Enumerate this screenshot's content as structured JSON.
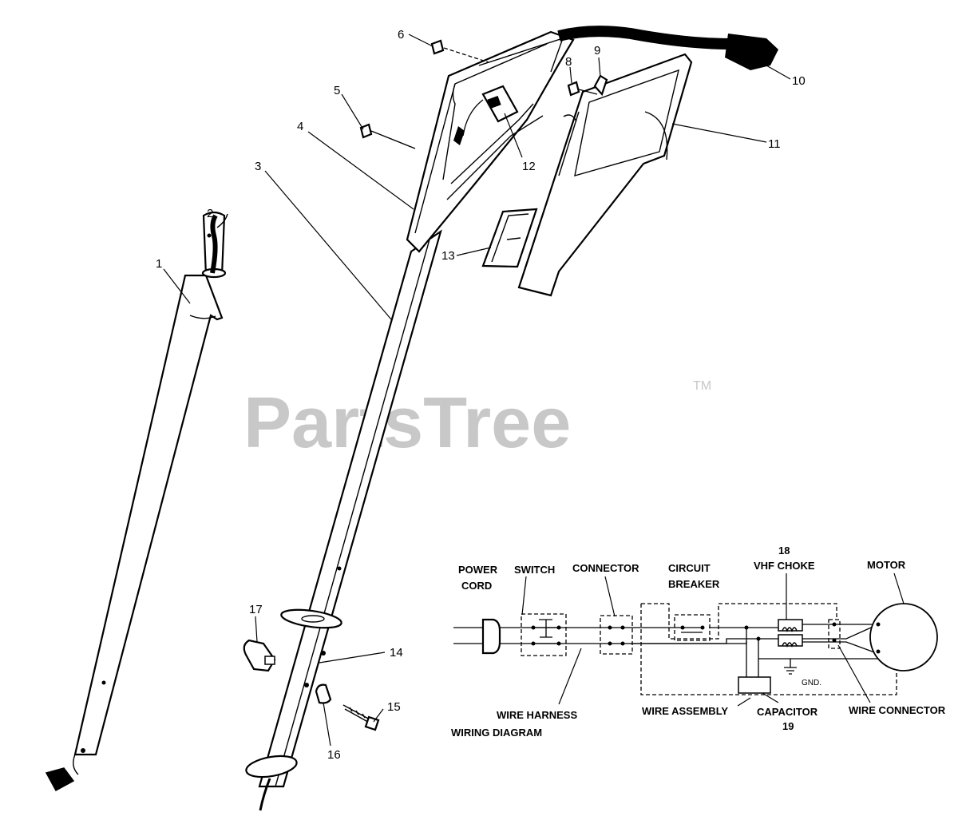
{
  "watermark": {
    "text": "PartsTree",
    "trademark": "TM"
  },
  "callouts": [
    {
      "id": "c1",
      "text": "1"
    },
    {
      "id": "c2",
      "text": "2"
    },
    {
      "id": "c3",
      "text": "3"
    },
    {
      "id": "c4",
      "text": "4"
    },
    {
      "id": "c5",
      "text": "5"
    },
    {
      "id": "c6",
      "text": "6"
    },
    {
      "id": "c8",
      "text": "8"
    },
    {
      "id": "c9",
      "text": "9"
    },
    {
      "id": "c10",
      "text": "10"
    },
    {
      "id": "c11",
      "text": "11"
    },
    {
      "id": "c12",
      "text": "12"
    },
    {
      "id": "c13",
      "text": "13"
    },
    {
      "id": "c14",
      "text": "14"
    },
    {
      "id": "c15",
      "text": "15"
    },
    {
      "id": "c16",
      "text": "16"
    },
    {
      "id": "c17",
      "text": "17"
    }
  ],
  "wiring": {
    "title": "WIRING  DIAGRAM",
    "power_cord": [
      "POWER",
      "CORD"
    ],
    "switch": "SWITCH",
    "connector": "CONNECTOR",
    "circuit_breaker": [
      "CIRCUIT",
      "BREAKER"
    ],
    "vhf_choke_number": "18",
    "vhf_choke": "VHF CHOKE",
    "motor": "MOTOR",
    "gnd": "GND.",
    "wire_harness": "WIRE HARNESS",
    "wire_assembly": "WIRE ASSEMBLY",
    "capacitor": "CAPACITOR",
    "capacitor_number": "19",
    "wire_connector": "WIRE CONNECTOR"
  }
}
